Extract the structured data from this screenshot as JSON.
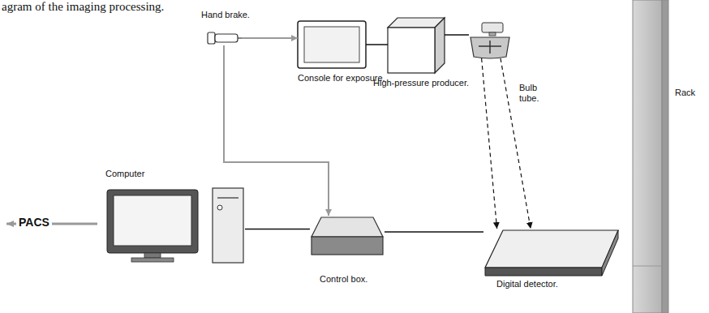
{
  "diagram": {
    "nodes": [
      {
        "text": [
          "Hand brake."
        ]
      },
      {
        "text": [
          "Console for exposure."
        ]
      },
      {
        "text": [
          "High-pressure producer."
        ]
      },
      {
        "text": [
          "Bulb tube."
        ]
      },
      {
        "text": [
          "Rack"
        ]
      },
      {
        "text": [
          "Computer"
        ]
      },
      {
        "text": [
          "Control box."
        ]
      },
      {
        "text": [
          "Digital detector."
        ]
      }
    ],
    "edges": [
      {
        "from": 0,
        "to": 1,
        "arrow": "to"
      },
      {
        "from": 0,
        "to": 6,
        "arrow": "to"
      },
      {
        "from": 1,
        "to": 2,
        "arrow": "none"
      },
      {
        "from": 2,
        "to": 3,
        "arrow": "none"
      },
      {
        "from": 3,
        "to": 7,
        "arrow": "to"
      },
      {
        "from": 3,
        "to": 7,
        "arrow": "to"
      },
      {
        "from": 5,
        "to": 6,
        "arrow": "none"
      },
      {
        "from": 6,
        "to": 7,
        "arrow": "none"
      }
    ],
    "labels": [
      "agram of the imaging processing.",
      "PACS"
    ]
  }
}
